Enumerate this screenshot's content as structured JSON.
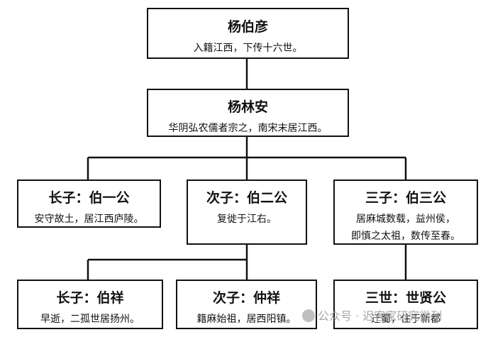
{
  "root": {
    "name": "杨伯彦",
    "desc": [
      "入籍江西，下传十六世。"
    ]
  },
  "second": {
    "name": "杨林安",
    "desc": [
      "华阴弘农儒者宗之，南宋末居江西。"
    ]
  },
  "level3": [
    {
      "name": "长子：伯一公",
      "desc": [
        "安守故土，居江西庐陵。"
      ]
    },
    {
      "name": "次子：伯二公",
      "desc": [
        "复徙于江右。"
      ]
    },
    {
      "name": "三子：伯三公",
      "desc": [
        "居麻城数载，益州侯，",
        "即慎之太祖，数传至春。"
      ]
    }
  ],
  "level4": [
    {
      "name": "长子：伯祥",
      "desc": [
        "早逝，二孤世居扬州。"
      ]
    },
    {
      "name": "次子：仲祥",
      "desc": [
        "籍麻始祖，居西阳镇。"
      ]
    },
    {
      "name": "三世：世贤公",
      "desc": [
        "迁蜀，住于新都"
      ]
    }
  ],
  "watermark": "公众号 · 迟客家研究微刊"
}
